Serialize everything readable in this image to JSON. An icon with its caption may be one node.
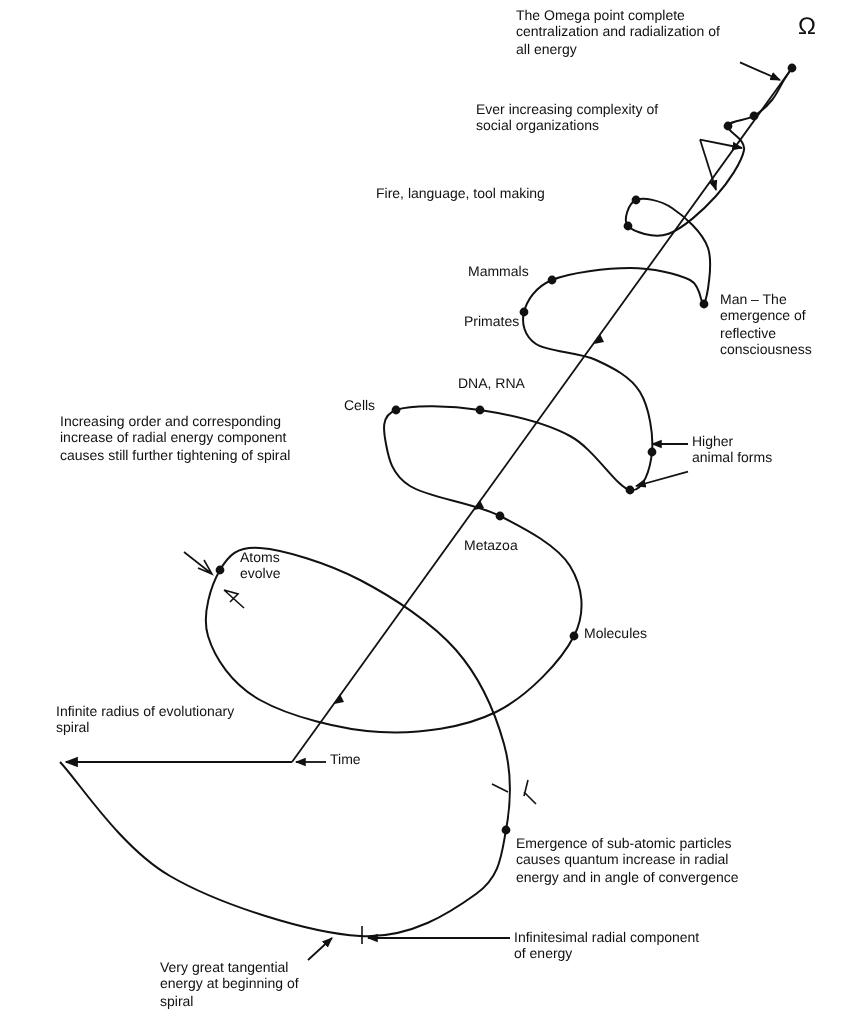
{
  "diagram": {
    "nodes": [
      {
        "text": [
          "The Omega point complete centralization and radialization of all energy"
        ]
      },
      {
        "text": [
          "Ever increasing complexity of social organizations"
        ]
      },
      {
        "text": [
          "Higher animal forms"
        ]
      },
      {
        "text": [
          "Time"
        ]
      },
      {
        "text": [
          "Very great tangential energy at beginning of spiral"
        ]
      },
      {
        "text": [
          "Infinitesimal radial component of energy"
        ]
      }
    ],
    "edges": [
      {
        "from": 0,
        "to": null,
        "arrow": "to"
      },
      {
        "from": 1,
        "to": null,
        "arrow": "to"
      },
      {
        "from": 1,
        "to": null,
        "arrow": "to"
      },
      {
        "from": 2,
        "to": null,
        "arrow": "to"
      },
      {
        "from": 2,
        "to": null,
        "arrow": "to"
      },
      {
        "from": 3,
        "to": null,
        "arrow": "to"
      },
      {
        "from": 4,
        "to": null,
        "arrow": "to"
      },
      {
        "from": 5,
        "to": null,
        "arrow": "to"
      }
    ],
    "labels": [
      "Ω",
      "Fire, language, tool making",
      "Mammals",
      "Primates",
      "Man – The emergence of reflective consciousness",
      "Cells",
      "DNA, RNA",
      "Increasing order and corresponding increase of radial energy component causes still further tightening of spiral",
      "Metazoa",
      "Atoms evolve",
      "Molecules",
      "Infinite radius of evolutionary spiral",
      "Emergence of sub-atomic particles causes quantum increase in radial energy and in angle of convergence"
    ]
  }
}
